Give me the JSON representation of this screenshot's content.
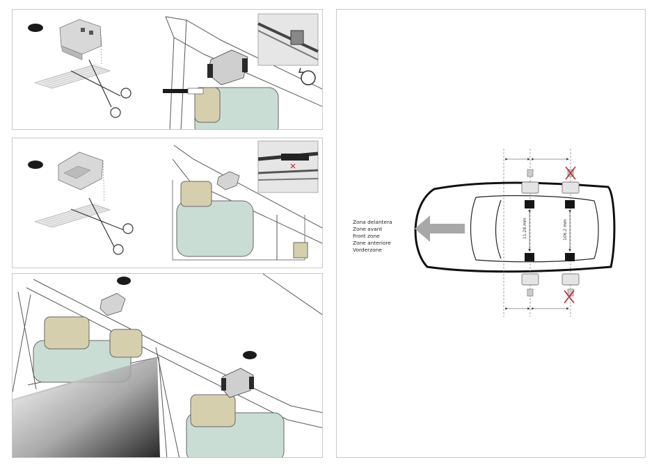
{
  "zone_labels": [
    "Zona delantera",
    "Zone avant",
    "Front zone",
    "Zone anteriore",
    "Vorderzone"
  ],
  "dimensions": {
    "front_bar": "11.28 mm",
    "rear_bar": "106.2 mm"
  },
  "colors": {
    "accent_x": "#c0272d",
    "arrow": "#a8a8a8",
    "seat": "#c9ddd4",
    "headrest": "#d6cfae",
    "pad": "#d0d0d0",
    "pad_dark": "#2a2a2a"
  },
  "icons": [
    "scissors-icon",
    "cut-mat-icon",
    "mount-pad-icon",
    "refresh-icon",
    "forbidden-cross-icon",
    "direction-arrow-icon",
    "car-outline-icon"
  ]
}
